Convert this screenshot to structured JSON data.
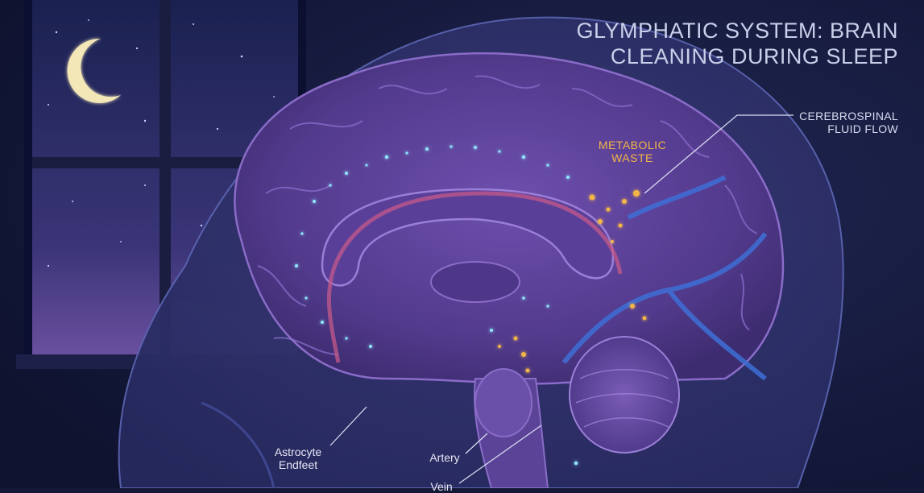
{
  "title": {
    "line1": "GLYMPHATIC SYSTEM: BRAIN",
    "line2": "CLEANING DURING SLEEP"
  },
  "labels": {
    "csf": {
      "line1": "CEREBROSPINAL",
      "line2": "FLUID FLOW"
    },
    "waste": {
      "line1": "METABOLIC",
      "line2": "WASTE"
    },
    "astrocyte": {
      "line1": "Astrocyte",
      "line2": "Endfeet"
    },
    "artery": "Artery",
    "vein": "Vein"
  },
  "colors": {
    "background": "#141938",
    "brain": "#5b3f94",
    "csf_glow": "#8fe6ff",
    "waste": "#f2b547",
    "artery": "#c45a8a",
    "vein": "#3e6fd6"
  }
}
